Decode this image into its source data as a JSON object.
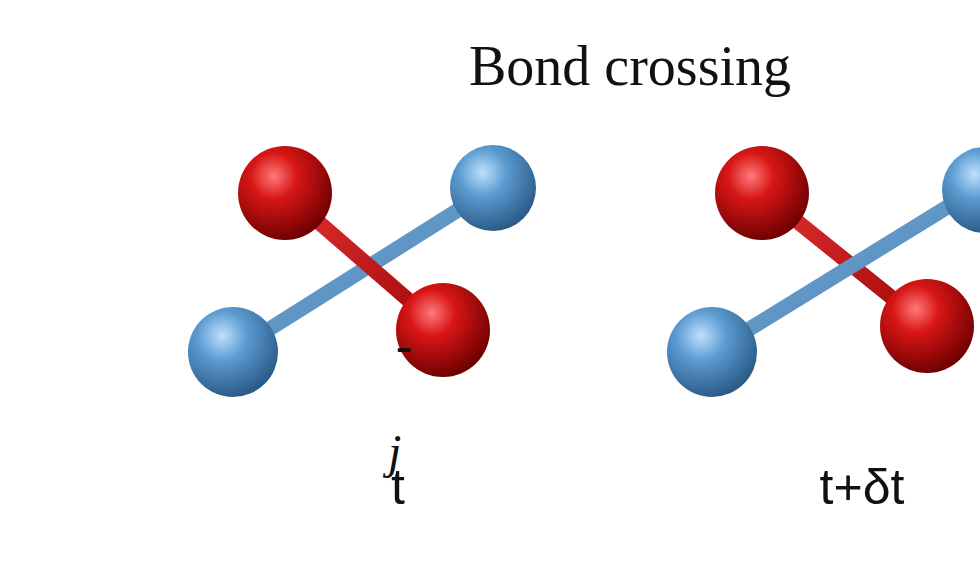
{
  "diagram": {
    "title": "Bond crossing",
    "labels": [
      "t",
      "t+δt",
      "-",
      "j"
    ]
  }
}
